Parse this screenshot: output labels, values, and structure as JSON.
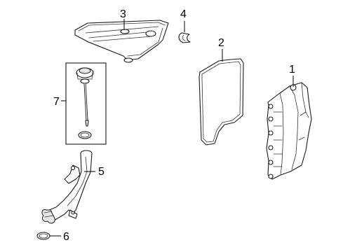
{
  "diagram": {
    "callouts": [
      {
        "id": "1",
        "label": "1"
      },
      {
        "id": "2",
        "label": "2"
      },
      {
        "id": "3",
        "label": "3"
      },
      {
        "id": "4",
        "label": "4"
      },
      {
        "id": "5",
        "label": "5"
      },
      {
        "id": "6",
        "label": "6"
      },
      {
        "id": "7",
        "label": "7"
      }
    ],
    "parts": {
      "1": "transmission-pan-case",
      "2": "pan-gasket",
      "3": "oil-filter",
      "4": "filter-seal",
      "5": "fill-tube",
      "6": "o-ring",
      "7": "dipstick-assembly"
    }
  }
}
